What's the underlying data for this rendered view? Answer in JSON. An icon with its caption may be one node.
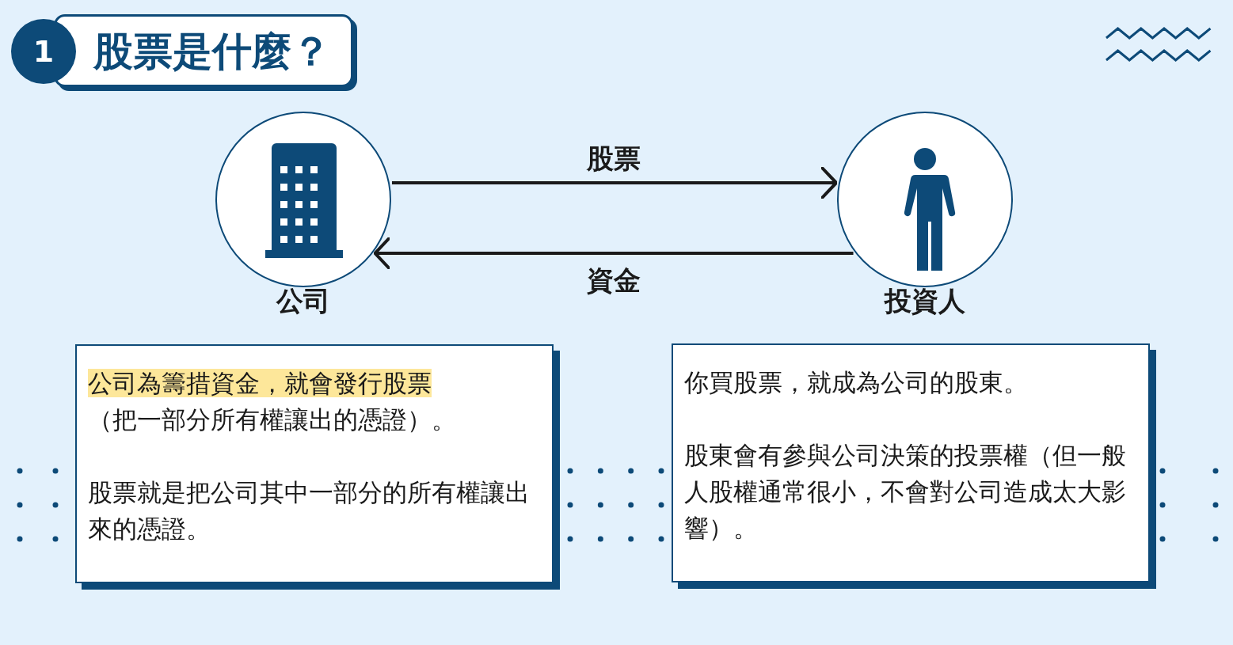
{
  "diagram": {
    "title": "股票是什麼？",
    "nodes": [
      {
        "text": [
          "公司"
        ]
      },
      {
        "text": [
          "投資人"
        ]
      },
      {
        "text": [
          "公司為籌措資金，就會發行股票",
          "（把一部分所有權讓出的憑證）。",
          "股票就是把公司其中一部分的所有權讓出來的憑證。"
        ]
      },
      {
        "text": [
          "你買股票，就成為公司的股東。",
          "股東會有參與公司決策的投票權（但一般人股權通常很小，不會對公司造成太大影響）。"
        ]
      }
    ],
    "edges": [
      {
        "from": 0,
        "to": 1,
        "arrow": "to",
        "label": "股票"
      },
      {
        "from": 1,
        "to": 0,
        "arrow": "to",
        "label": "資金"
      }
    ],
    "labels": [
      "1"
    ]
  }
}
